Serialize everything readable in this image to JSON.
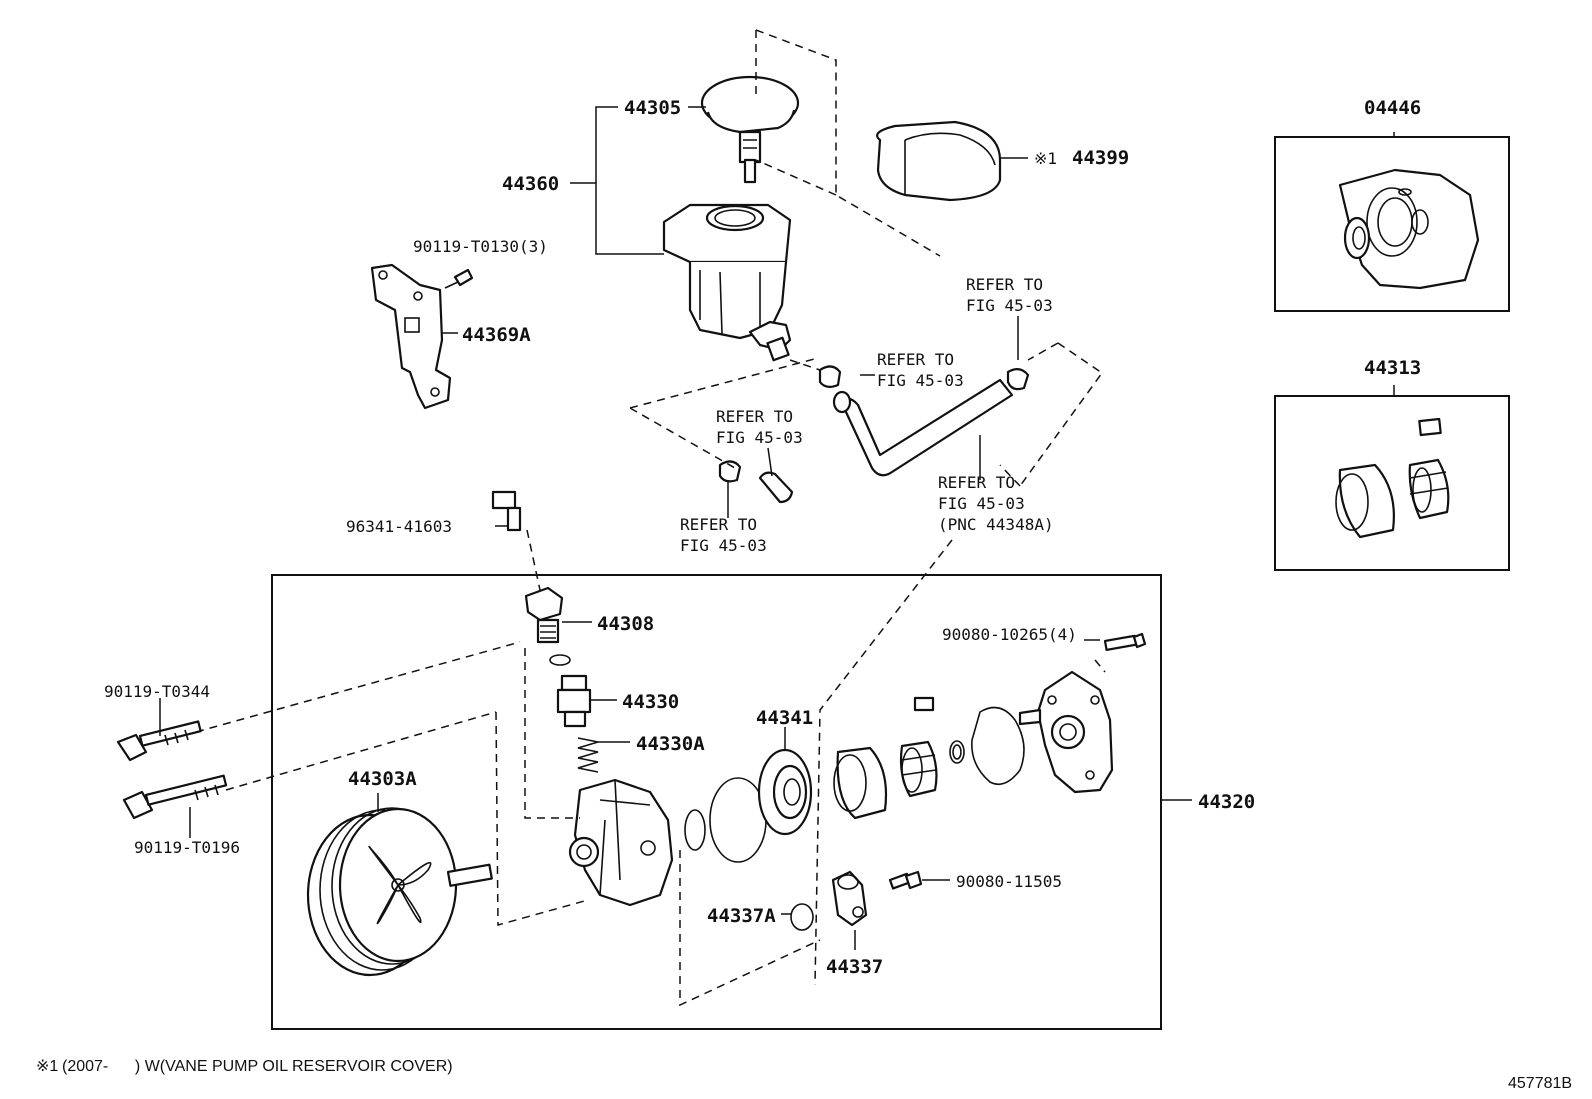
{
  "labels": {
    "p44305": "44305",
    "p44360": "44360",
    "p44399": "44399",
    "p44399_mark": "※1",
    "p90119_t0130": "90119-T0130(3)",
    "p44369a": "44369A",
    "p96341": "96341-41603",
    "p44308": "44308",
    "p44330": "44330",
    "p44330a": "44330A",
    "p90119_t0344": "90119-T0344",
    "p90119_t0196": "90119-T0196",
    "p44303a": "44303A",
    "p44341": "44341",
    "p90080_10265": "90080-10265(4)",
    "p44320": "44320",
    "p90080_11505": "90080-11505",
    "p44337a": "44337A",
    "p44337": "44337",
    "p04446": "04446",
    "p44313": "44313"
  },
  "refer_notes": {
    "refer_line": "REFER TO",
    "fig_line": "FIG 45-03",
    "pnc_line": "(PNC 44348A)"
  },
  "footnote": {
    "mark": "※1",
    "text": "(2007-      ) W(VANE PUMP OIL RESERVOIR COVER)"
  },
  "figure_id": "457781B",
  "icons": [
    "reservoir-cap",
    "oil-reservoir",
    "reservoir-cover",
    "bracket",
    "union-bolt",
    "flow-control-valve",
    "pulley",
    "pump-housing",
    "rear-housing",
    "cam-ring",
    "rotor",
    "hose",
    "clamp",
    "seal-kit",
    "cam-rotor-kit"
  ]
}
